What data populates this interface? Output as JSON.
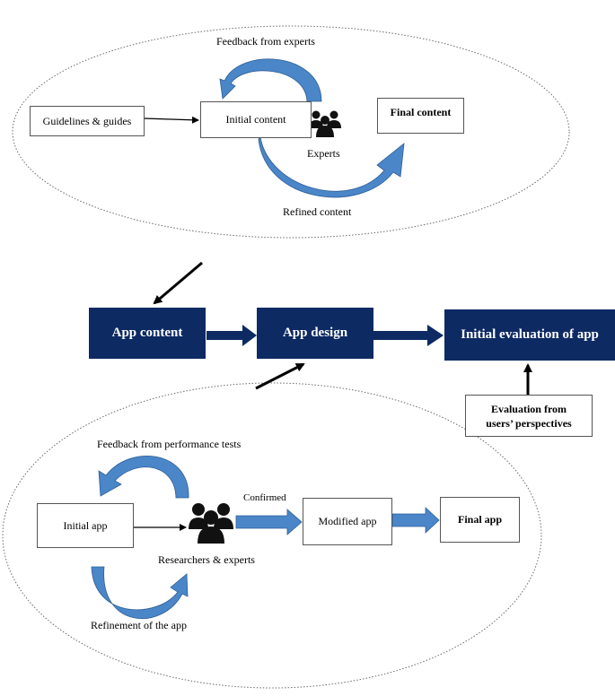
{
  "colors": {
    "navy": "#0d2a63",
    "arrow_blue": "#4a86c8",
    "arrow_blue_light": "#7db0e2",
    "ellipse_border": "#6a6a6a"
  },
  "icons": {
    "experts": "people-group-icon",
    "researchers": "people-group-icon"
  },
  "content_section": {
    "feedback_label": "Feedback from experts",
    "guidelines_box": "Guidelines & guides",
    "initial_content_box": "Initial content",
    "experts_label": "Experts",
    "final_content_box": "Final content",
    "refined_label": "Refined content"
  },
  "main_flow": {
    "app_content": "App content",
    "app_design": "App design",
    "initial_evaluation": "Initial evaluation of app",
    "users_box_line1": "Evaluation from",
    "users_box_line2": "users’ perspectives"
  },
  "app_section": {
    "feedback_label": "Feedback from performance tests",
    "initial_app_box": "Initial app",
    "researchers_label": "Researchers & experts",
    "confirmed_label": "Confirmed",
    "modified_app_box": "Modified app",
    "final_app_box": "Final app",
    "refinement_label": "Refinement of the app"
  }
}
